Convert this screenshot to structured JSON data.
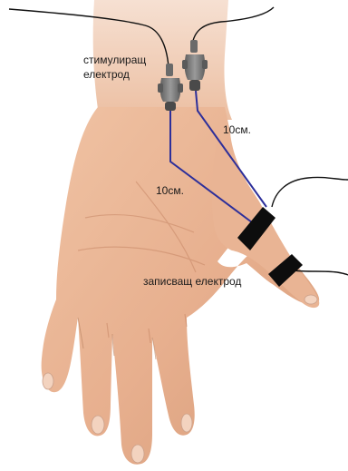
{
  "labels": {
    "stimulating_line1": "стимулиращ",
    "stimulating_line2": "електрод",
    "distance_right": "10см.",
    "distance_left": "10см.",
    "recording": "записващ електрод"
  },
  "colors": {
    "background": "#ffffff",
    "skin": "#e8b393",
    "skin_shadow": "#c98e6e",
    "skin_light": "#f0c6aa",
    "wrist_skin": "#f2d2bd",
    "measure_line": "#2d2f9a",
    "wire": "#111111",
    "electrode": "#7c7c7c",
    "ring": "#0d0d0d"
  },
  "icons": [
    "stimulating-electrode-icon",
    "recording-ring-electrode-icon"
  ]
}
